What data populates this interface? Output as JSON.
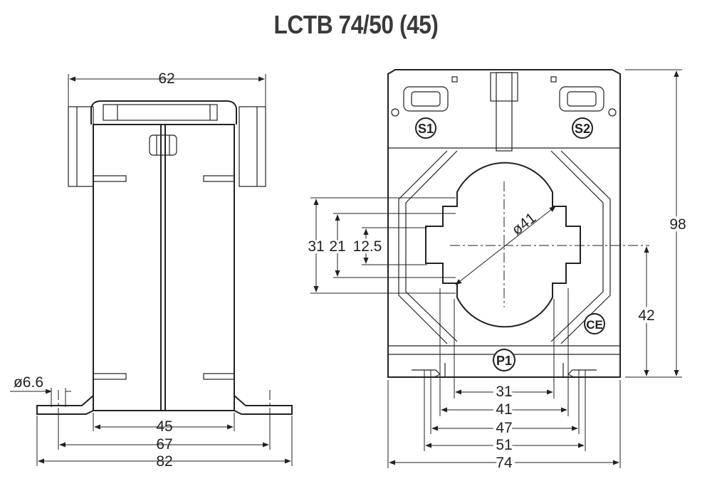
{
  "title": "LCTB 74/50 (45)",
  "side_view": {
    "dims": {
      "top_width": "62",
      "hole_diameter": "ø6.6",
      "inner_width": "45",
      "hole_spacing": "67",
      "base_width": "82"
    }
  },
  "front_view": {
    "terminals": {
      "s1": "S1",
      "s2": "S2",
      "p1": "P1"
    },
    "ce_mark": "CE",
    "dims": {
      "height": "98",
      "center_height": "42",
      "window_31": "31",
      "window_21": "21",
      "window_12_5": "12.5",
      "window_diameter": "ø41",
      "bottom_31": "31",
      "bottom_41": "41",
      "bottom_47": "47",
      "bottom_51": "51",
      "bottom_74": "74"
    }
  }
}
